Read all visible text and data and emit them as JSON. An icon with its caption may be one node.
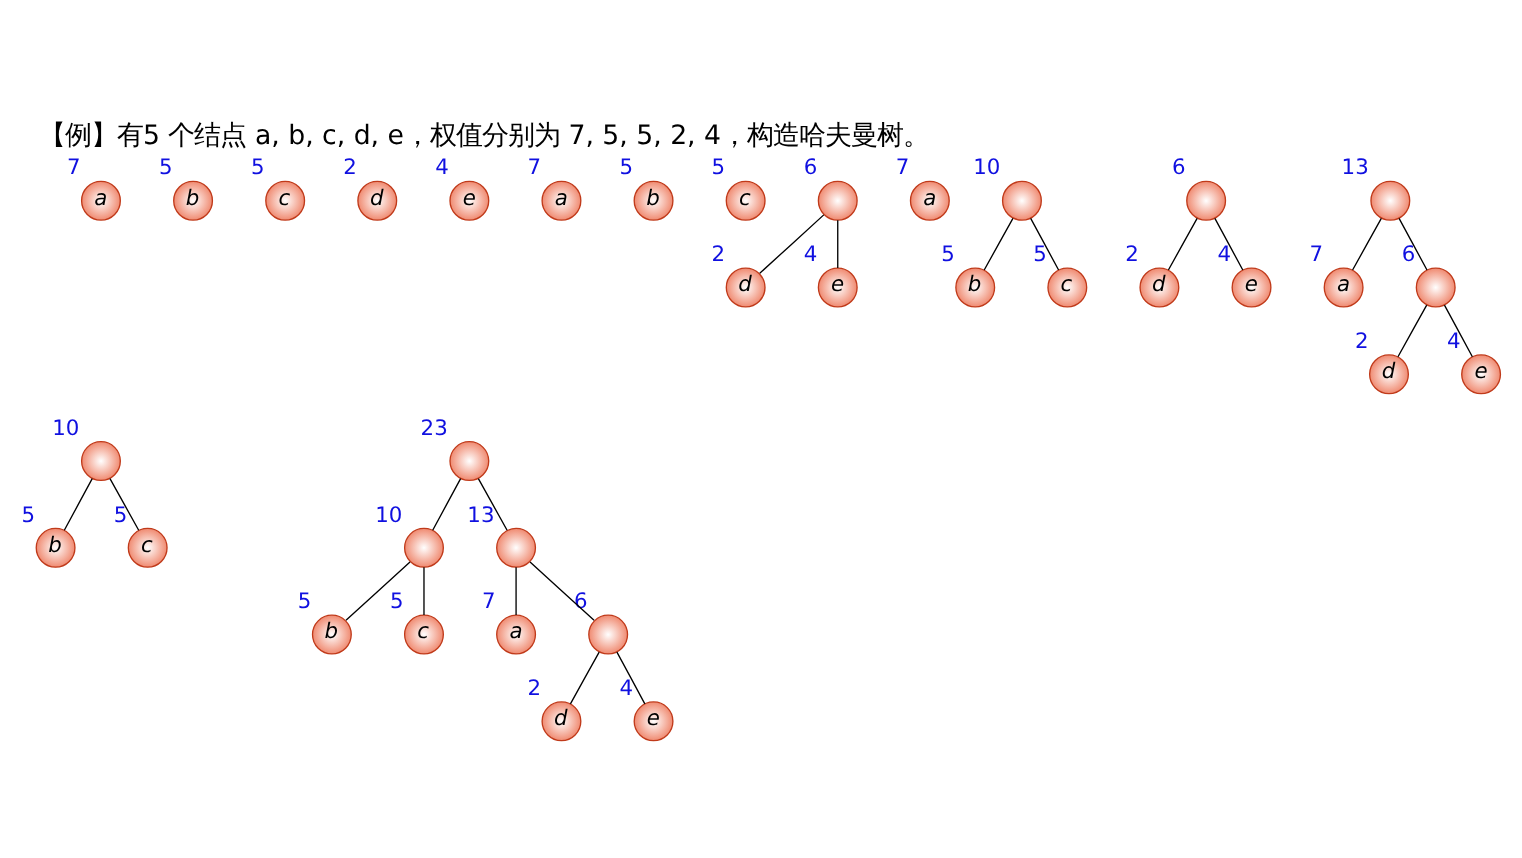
{
  "diagram": {
    "title": "【例】有5 个结点 a, b, c, d, e，权值分别为 7, 5, 5, 2, 4，构造哈夫曼树。",
    "nodes": [
      {
        "text": [
          "a"
        ],
        "beside": [
          "7"
        ]
      },
      {
        "text": [
          "b"
        ],
        "beside": [
          "5"
        ]
      },
      {
        "text": [
          "c"
        ],
        "beside": [
          "5"
        ]
      },
      {
        "text": [
          "d"
        ],
        "beside": [
          "2"
        ]
      },
      {
        "text": [
          "e"
        ],
        "beside": [
          "4"
        ]
      },
      {
        "text": [
          "a"
        ],
        "beside": [
          "7"
        ]
      },
      {
        "text": [
          "b"
        ],
        "beside": [
          "5"
        ]
      },
      {
        "text": [
          "c"
        ],
        "beside": [
          "5"
        ]
      },
      {
        "text": [],
        "shape": "circle",
        "beside": [
          "6"
        ]
      },
      {
        "text": [
          "d"
        ],
        "beside": [
          "2"
        ]
      },
      {
        "text": [
          "e"
        ],
        "beside": [
          "4"
        ]
      },
      {
        "text": [
          "a"
        ],
        "beside": [
          "7"
        ]
      },
      {
        "text": [],
        "shape": "circle",
        "beside": [
          "10"
        ]
      },
      {
        "text": [
          "b"
        ],
        "beside": [
          "5"
        ]
      },
      {
        "text": [
          "c"
        ],
        "beside": [
          "5"
        ]
      },
      {
        "text": [],
        "shape": "circle",
        "beside": [
          "6"
        ]
      },
      {
        "text": [
          "d"
        ],
        "beside": [
          "2"
        ]
      },
      {
        "text": [
          "e"
        ],
        "beside": [
          "4"
        ]
      },
      {
        "text": [],
        "shape": "circle",
        "beside": [
          "10"
        ]
      },
      {
        "text": [
          "b"
        ],
        "beside": [
          "5"
        ]
      },
      {
        "text": [
          "c"
        ],
        "beside": [
          "5"
        ]
      },
      {
        "text": [],
        "shape": "circle",
        "beside": [
          "13"
        ]
      },
      {
        "text": [
          "a"
        ],
        "beside": [
          "7"
        ]
      },
      {
        "text": [],
        "shape": "circle",
        "beside": [
          "6"
        ]
      },
      {
        "text": [
          "d"
        ],
        "beside": [
          "2"
        ]
      },
      {
        "text": [
          "e"
        ],
        "beside": [
          "4"
        ]
      },
      {
        "text": [],
        "shape": "circle",
        "beside": [
          "23"
        ]
      },
      {
        "text": [],
        "shape": "circle",
        "beside": [
          "10"
        ]
      },
      {
        "text": [
          "b"
        ],
        "beside": [
          "5"
        ]
      },
      {
        "text": [
          "c"
        ],
        "beside": [
          "5"
        ]
      },
      {
        "text": [],
        "shape": "circle",
        "beside": [
          "13"
        ]
      },
      {
        "text": [
          "a"
        ],
        "beside": [
          "7"
        ]
      },
      {
        "text": [],
        "shape": "circle",
        "beside": [
          "6"
        ]
      },
      {
        "text": [
          "d"
        ],
        "beside": [
          "2"
        ]
      },
      {
        "text": [
          "e"
        ],
        "beside": [
          "4"
        ]
      }
    ],
    "edges": [
      {
        "from": 8,
        "to": 9,
        "arrow": "none"
      },
      {
        "from": 8,
        "to": 10,
        "arrow": "none"
      },
      {
        "from": 12,
        "to": 13,
        "arrow": "none"
      },
      {
        "from": 12,
        "to": 14,
        "arrow": "none"
      },
      {
        "from": 15,
        "to": 16,
        "arrow": "none"
      },
      {
        "from": 15,
        "to": 17,
        "arrow": "none"
      },
      {
        "from": 18,
        "to": 19,
        "arrow": "none"
      },
      {
        "from": 18,
        "to": 20,
        "arrow": "none"
      },
      {
        "from": 21,
        "to": 22,
        "arrow": "none"
      },
      {
        "from": 21,
        "to": 23,
        "arrow": "none"
      },
      {
        "from": 23,
        "to": 24,
        "arrow": "none"
      },
      {
        "from": 23,
        "to": 25,
        "arrow": "none"
      },
      {
        "from": 26,
        "to": 27,
        "arrow": "none"
      },
      {
        "from": 26,
        "to": 30,
        "arrow": "none"
      },
      {
        "from": 27,
        "to": 28,
        "arrow": "none"
      },
      {
        "from": 27,
        "to": 29,
        "arrow": "none"
      },
      {
        "from": 30,
        "to": 31,
        "arrow": "none"
      },
      {
        "from": 30,
        "to": 32,
        "arrow": "none"
      },
      {
        "from": 32,
        "to": 33,
        "arrow": "none"
      },
      {
        "from": 32,
        "to": 34,
        "arrow": "none"
      }
    ]
  }
}
